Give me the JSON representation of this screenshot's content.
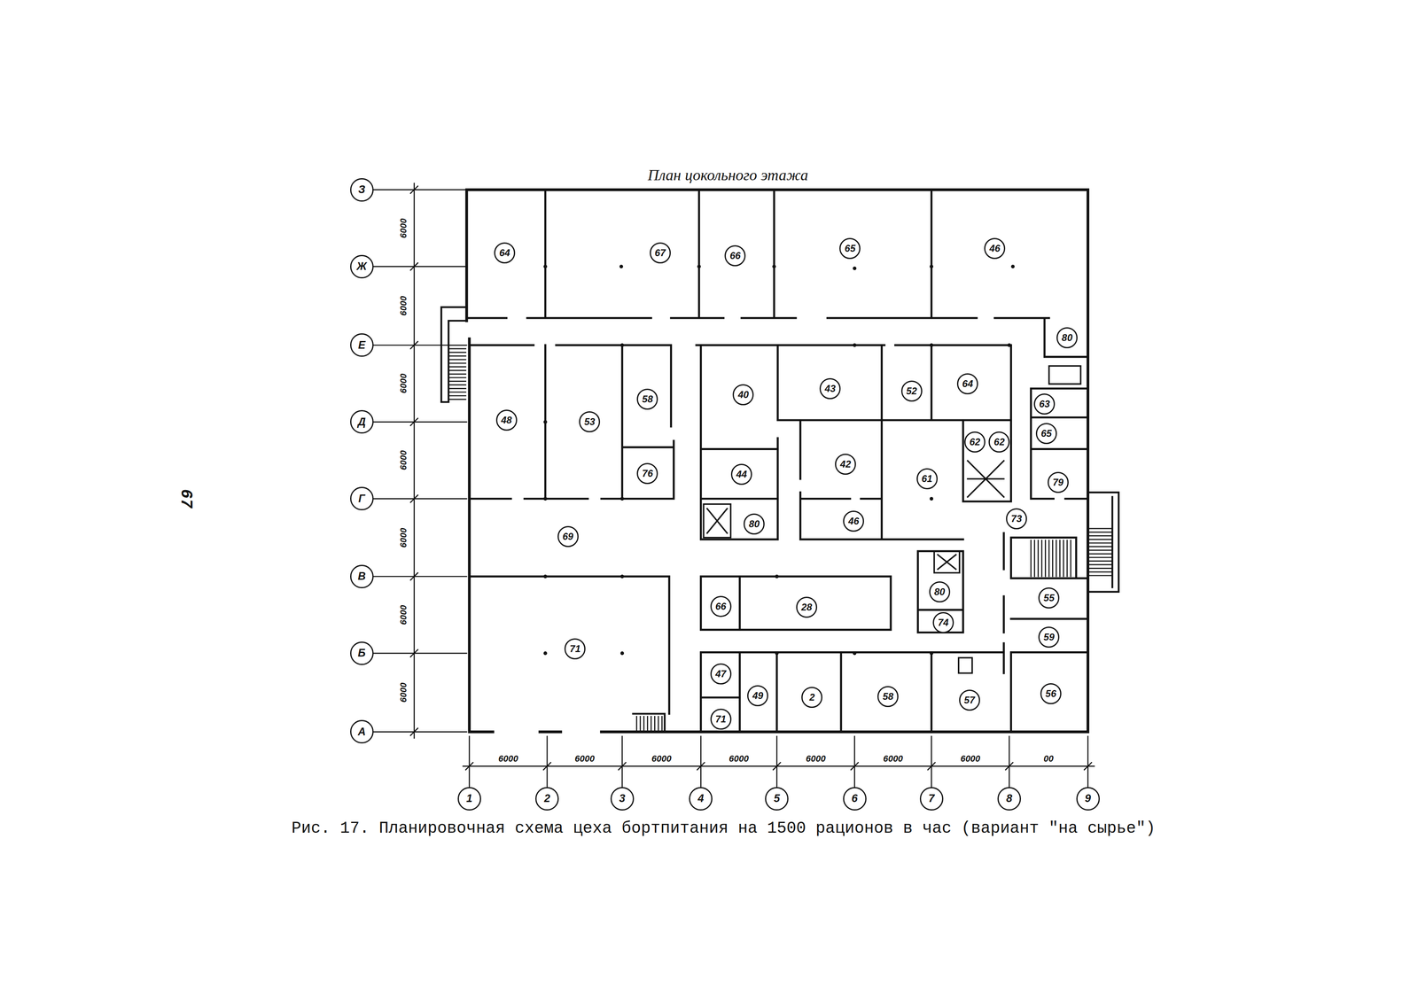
{
  "diagram": {
    "title": "План цокольного этажа",
    "caption": "Рис. 17. Планировочная схема цеха бортпитания на 1500 рационов в час (вариант \"на сырье\")",
    "nodes": [
      {
        "text": [
          "З"
        ]
      },
      {
        "text": [
          "Ж"
        ]
      },
      {
        "text": [
          "Е"
        ]
      },
      {
        "text": [
          "Д"
        ]
      },
      {
        "text": [
          "Г"
        ]
      },
      {
        "text": [
          "В"
        ]
      },
      {
        "text": [
          "Б"
        ]
      },
      {
        "text": [
          "А"
        ]
      },
      {
        "text": [
          "64"
        ]
      },
      {
        "text": [
          "67"
        ]
      },
      {
        "text": [
          "66"
        ]
      },
      {
        "text": [
          "65"
        ]
      },
      {
        "text": [
          "46"
        ]
      },
      {
        "text": [
          "80"
        ]
      },
      {
        "text": [
          "48"
        ]
      },
      {
        "text": [
          "53"
        ]
      },
      {
        "text": [
          "58"
        ]
      },
      {
        "text": [
          "40"
        ]
      },
      {
        "text": [
          "43"
        ]
      },
      {
        "text": [
          "52"
        ]
      },
      {
        "text": [
          "64"
        ]
      },
      {
        "text": [
          "63"
        ]
      },
      {
        "text": [
          "65"
        ]
      },
      {
        "text": [
          "62"
        ]
      },
      {
        "text": [
          "62"
        ]
      },
      {
        "text": [
          "42"
        ]
      },
      {
        "text": [
          "44"
        ]
      },
      {
        "text": [
          "76"
        ]
      },
      {
        "text": [
          "61"
        ]
      },
      {
        "text": [
          "79"
        ]
      },
      {
        "text": [
          "80"
        ]
      },
      {
        "text": [
          "46"
        ]
      },
      {
        "text": [
          "73"
        ]
      },
      {
        "text": [
          "69"
        ]
      },
      {
        "text": [
          "80"
        ]
      },
      {
        "text": [
          "66"
        ]
      },
      {
        "text": [
          "28"
        ]
      },
      {
        "text": [
          "55"
        ]
      },
      {
        "text": [
          "74"
        ]
      },
      {
        "text": [
          "59"
        ]
      },
      {
        "text": [
          "71"
        ]
      },
      {
        "text": [
          "47"
        ]
      },
      {
        "text": [
          "57"
        ]
      },
      {
        "text": [
          "56"
        ]
      },
      {
        "text": [
          "49"
        ]
      },
      {
        "text": [
          "2"
        ]
      },
      {
        "text": [
          "58"
        ]
      },
      {
        "text": [
          "71"
        ]
      },
      {
        "text": [
          "1"
        ]
      },
      {
        "text": [
          "2"
        ]
      },
      {
        "text": [
          "3"
        ]
      },
      {
        "text": [
          "4"
        ]
      },
      {
        "text": [
          "5"
        ]
      },
      {
        "text": [
          "6"
        ]
      },
      {
        "text": [
          "7"
        ]
      },
      {
        "text": [
          "8"
        ]
      },
      {
        "text": [
          "9"
        ]
      }
    ],
    "labels": [
      "67",
      "6000",
      "6000",
      "6000",
      "6000",
      "6000",
      "6000",
      "6000",
      "00",
      "6000",
      "6000",
      "6000",
      "6000",
      "6000",
      "6000",
      "6000"
    ]
  }
}
